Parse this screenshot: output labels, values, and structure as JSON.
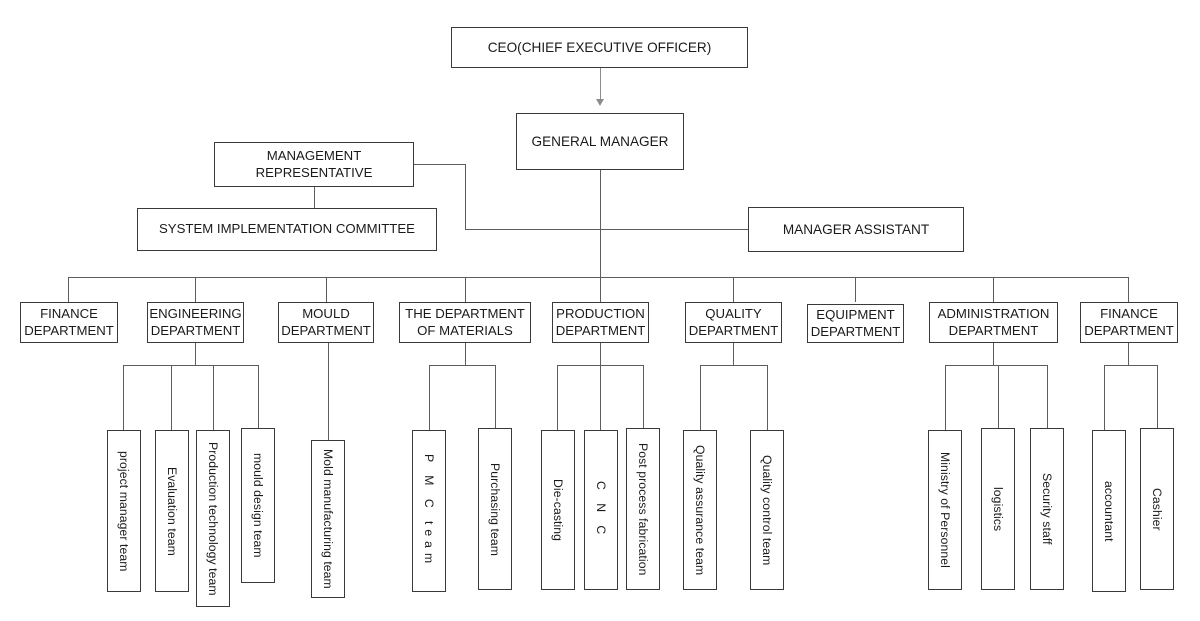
{
  "chart": {
    "title_node": "CEO(CHIEF EXECUTIVE OFFICER)",
    "line_color": "#5d5d5d",
    "arrow_color": "#8c8c8c",
    "box_border_color": "#3a3a3a",
    "background": "#ffffff"
  },
  "executive": {
    "ceo": "CEO(CHIEF EXECUTIVE OFFICER)",
    "general_manager": "GENERAL MANAGER",
    "management_representative": "MANAGEMENT REPRESENTATIVE",
    "management_representative_line1": "MANAGEMENT",
    "management_representative_line2": "REPRESENTATIVE",
    "system_implementation_committee": "SYSTEM IMPLEMENTATION COMMITTEE",
    "manager_assistant": "MANAGER ASSISTANT"
  },
  "departments": [
    {
      "id": "finance-1",
      "line1": "FINANCE",
      "line2": "DEPARTMENT"
    },
    {
      "id": "engineering",
      "line1": "ENGINEERING",
      "line2": "DEPARTMENT"
    },
    {
      "id": "mould",
      "line1": "MOULD",
      "line2": "DEPARTMENT"
    },
    {
      "id": "materials",
      "line1": "THE DEPARTMENT",
      "line2": "OF MATERIALS"
    },
    {
      "id": "production",
      "line1": "PRODUCTION",
      "line2": "DEPARTMENT"
    },
    {
      "id": "quality",
      "line1": "QUALITY",
      "line2": "DEPARTMENT"
    },
    {
      "id": "equipment",
      "line1": "EQUIPMENT",
      "line2": "DEPARTMENT"
    },
    {
      "id": "administration",
      "line1": "ADMINISTRATION",
      "line2": "DEPARTMENT"
    },
    {
      "id": "finance-2",
      "line1": "FINANCE",
      "line2": "DEPARTMENT"
    }
  ],
  "teams": {
    "engineering": [
      "project manager team",
      "Evaluation team",
      "Production technology team",
      "mould design team"
    ],
    "mould": [
      "Mold manufacturing team"
    ],
    "materials": [
      "P M C  team",
      "Purchasing team"
    ],
    "production": [
      "Die-casting",
      "C N C",
      "Post process fabrication"
    ],
    "quality": [
      "Quality assurance team",
      "Quality control team"
    ],
    "administration": [
      "Ministry of Personnel",
      "logistics",
      "Security staff"
    ],
    "finance": [
      "accountant",
      "Cashier"
    ]
  }
}
